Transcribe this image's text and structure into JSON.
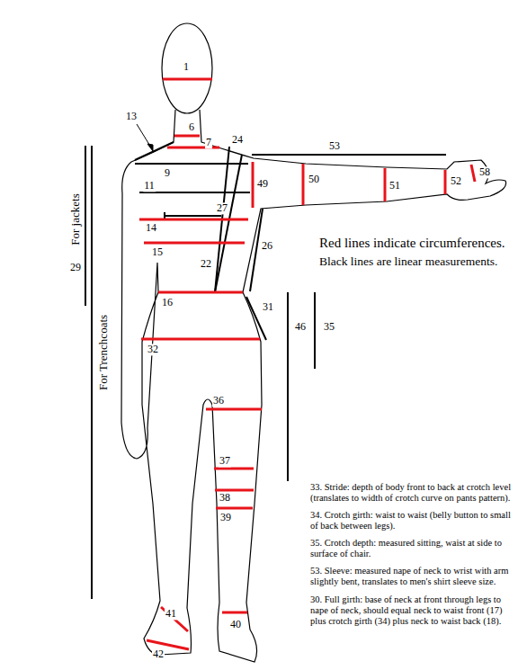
{
  "diagram": {
    "labels": [
      "1",
      "13",
      "6",
      "7",
      "24",
      "53",
      "9",
      "11",
      "49",
      "50",
      "51",
      "52",
      "58",
      "27",
      "14",
      "15",
      "22",
      "26",
      "16",
      "31",
      "46",
      "35",
      "32",
      "36",
      "37",
      "38",
      "39",
      "41",
      "40",
      "42",
      "29",
      "For jackets",
      "For Trenchcoats",
      "Red lines indicate circumferences.",
      "Black lines are linear measurements.",
      "33. Stride: depth of body front to back at crotch level (translates to width of crotch curve on pants pattern).",
      "34. Crotch girth: waist to waist (belly button to small of back between legs).",
      "35. Crotch depth: measured sitting, waist at side to surface of chair.",
      "53. Sleeve: measured nape of neck to wrist with arm slightly bent, translates to men's shirt sleeve size.",
      "30. Full girth: base of neck at front through legs to nape of neck, should equal neck to waist front (17) plus crotch girth (34) plus neck to waist back (18)."
    ]
  }
}
